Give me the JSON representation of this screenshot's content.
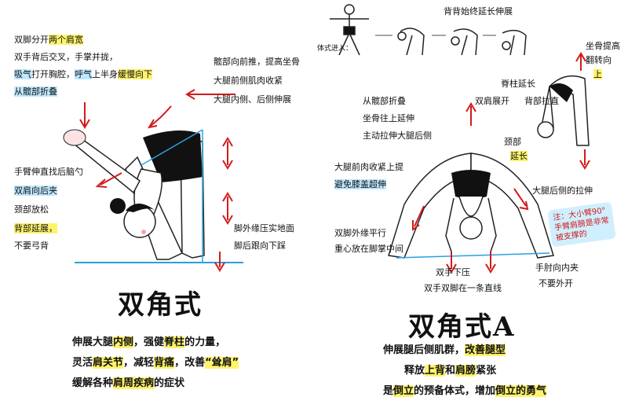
{
  "left": {
    "title": "双角式",
    "steps": {
      "line1_pre": "双脚分开",
      "line1_hl": "两个肩宽",
      "line2": "双手背后交叉，手掌并拢，",
      "line3_a": "吸气",
      "line3_b": "打开胸腔，",
      "line3_c": "呼气",
      "line3_d": "上半身",
      "line3_e": "缓慢向下",
      "line4": "从髋部折叠"
    },
    "hip_note": {
      "l1": "髋部向前推，提高坐骨",
      "l2": "大腿前侧肌肉收紧",
      "l3": "大腿内侧、后侧伸展"
    },
    "arm_note": {
      "l1": "手臂伸直找后脑勺",
      "l2": "双肩向后夹",
      "l3": "颈部放松",
      "l4": "背部延展，",
      "l5": "不要弓背"
    },
    "foot_note": {
      "l1": "脚外缘压实地面",
      "l2": "脚后跟向下踩"
    },
    "description": {
      "l1_a": "伸展大腿",
      "l1_b": "内侧",
      "l1_c": "，强健",
      "l1_d": "脊柱",
      "l1_e": "的力量，",
      "l2_a": "灵活",
      "l2_b": "肩关节",
      "l2_c": "，减轻",
      "l2_d": "背痛",
      "l2_e": "，改善",
      "l2_f": "“耸肩”",
      "l3_a": "缓解各种",
      "l3_b": "肩周疾病",
      "l3_c": "的症状"
    }
  },
  "right": {
    "title": "双角式A",
    "top_banner": "背背始终延长伸展",
    "body_entry": "体式进入：",
    "sit_note": {
      "l1": "坐骨提高",
      "l2": "翻转向",
      "l3": "上"
    },
    "spine_note": {
      "l1": "脊柱延长",
      "l2": "双肩展开",
      "l3": "背部拉直"
    },
    "neck_note": {
      "l1": "颈部",
      "l2": "延长"
    },
    "hip_fold": {
      "l1": "从髋部折叠",
      "l2": "坐骨往上延伸",
      "l3": "主动拉伸大腿后侧"
    },
    "thigh_front": {
      "l1": "大腿前肉收紧上提",
      "l2": "避免膝盖超伸"
    },
    "thigh_back": "大腿后侧的拉伸",
    "warn": {
      "l1": "注：大小臂90°",
      "l2": "手臂肩膀是非常",
      "l3": "被支撑的"
    },
    "feet": {
      "l1": "双脚外缘平行",
      "l2": "重心放在脚掌中间"
    },
    "hands": {
      "l1": "双手下压",
      "l2": "双手双脚在一条直线"
    },
    "elbows": {
      "l1": "手肘向内夹",
      "l2": "不要外开"
    },
    "description": {
      "l1_a": "伸展腿后侧肌群，",
      "l1_b": "改善腿型",
      "l2_a": "释放",
      "l2_b": "上背",
      "l2_c": "和",
      "l2_d": "肩膀",
      "l2_e": "紧张",
      "l3_a": "是",
      "l3_b": "倒立",
      "l3_c": "的预备体式，增加",
      "l3_d": "倒立的勇气"
    }
  },
  "colors": {
    "yellow": "#fff36b",
    "blue": "#bfe7ff",
    "red": "#d11b1b",
    "guide": "#2aa0e0"
  }
}
